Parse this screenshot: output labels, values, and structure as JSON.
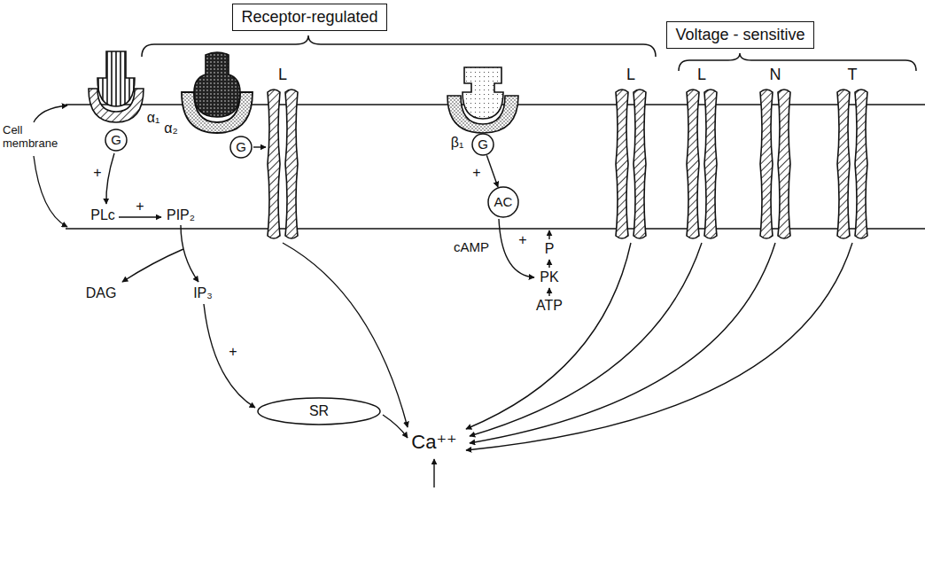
{
  "diagram": {
    "nodes": [
      {
        "text": [
          "Receptor-regulated"
        ]
      },
      {
        "text": [
          "Voltage - sensitive"
        ]
      },
      {
        "text": [
          "G"
        ]
      },
      {
        "text": [
          "G"
        ]
      },
      {
        "text": [
          "G"
        ]
      },
      {
        "text": [
          "AC"
        ]
      },
      {
        "text": [
          "SR"
        ]
      }
    ],
    "edges": [
      {
        "from": 4,
        "to": 5,
        "arrow": "to"
      }
    ],
    "labels": [
      "Cell membrane",
      "α₁",
      "α₂",
      "β₁",
      "L",
      "L",
      "L",
      "N",
      "T",
      "PLc",
      "PIP₂",
      "DAG",
      "IP₃",
      "cAMP",
      "PK",
      "P",
      "ATP",
      "Ca⁺⁺",
      "+",
      "+",
      "+",
      "+",
      "+"
    ]
  }
}
